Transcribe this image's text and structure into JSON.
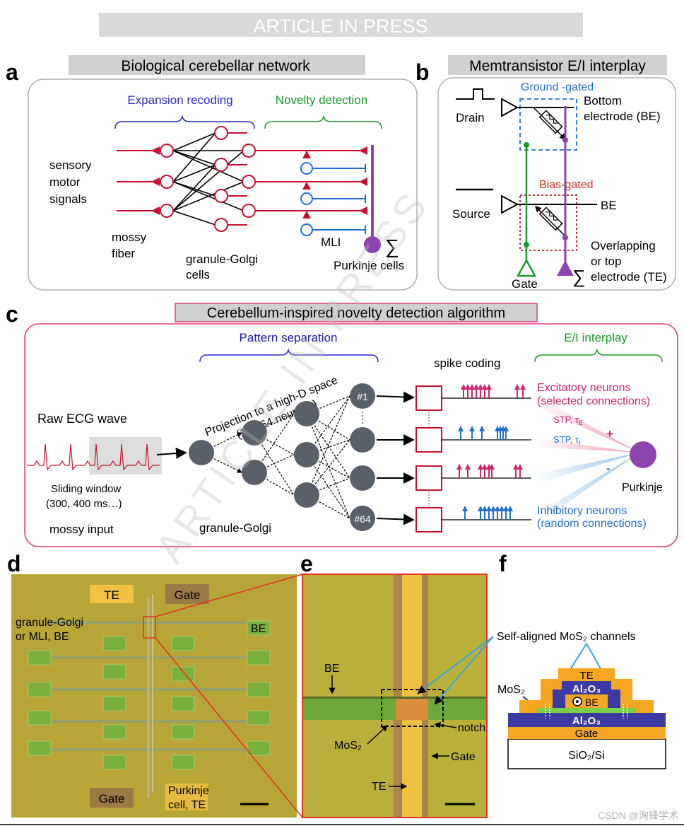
{
  "banner": "ARTICLE IN PRESS",
  "watermark": "ARTICLE IN PRESS",
  "csdn": "CSDN @洵锋学术",
  "panel_a": {
    "letter": "a",
    "title": "Biological cerebellar network",
    "expansion": "Expansion recoding",
    "novelty": "Novelty detection",
    "sensory": [
      "sensory",
      "motor",
      "signals"
    ],
    "mossy": [
      "mossy",
      "fiber"
    ],
    "granule": [
      "granule-Golgi",
      "cells"
    ],
    "mli": "MLI",
    "purkinje": "Purkinje cells",
    "sigma": "∑"
  },
  "panel_b": {
    "letter": "b",
    "title": "Memtransistor E/I interplay",
    "ground_gated": "Ground -gated",
    "bottom": [
      "Bottom",
      "electrode (BE)"
    ],
    "drain": "Drain",
    "bias_gated": "Bias-gated",
    "source": "Source",
    "be": "BE",
    "overlapping": [
      "Overlapping",
      "or top",
      "electrode (TE)"
    ],
    "gate": "Gate",
    "sigma": "∑"
  },
  "panel_c": {
    "letter": "c",
    "title": "Cerebellum-inspired novelty detection algorithm",
    "pattern": "Pattern separation",
    "projection": [
      "Projection to a high-D space",
      "(1 to 64 neurons)"
    ],
    "raw_ecg": "Raw ECG wave",
    "sliding": [
      "Sliding window",
      "(300, 400 ms…)"
    ],
    "mossy_input": "mossy input",
    "granule_golgi": "granule-Golgi",
    "node1": "#1",
    "node64": "#64",
    "spike_coding": "spike coding",
    "ei_interplay": "E/I interplay",
    "excitatory": [
      "Excitatory neurons",
      "(selected connections)"
    ],
    "stp_e": "STP, τ",
    "stp_e_sub": "E",
    "stp_i": "STP, τ",
    "stp_i_sub": "I",
    "plus": "+",
    "minus": "-",
    "purkinje": "Purkinje",
    "inhibitory": [
      "Inhibitory neurons",
      "(random connections)"
    ]
  },
  "panel_d": {
    "letter": "d",
    "te": "TE",
    "gate_top": "Gate",
    "granule": [
      "granule-Golgi",
      "or MLI, BE"
    ],
    "be": "BE",
    "gate_bottom": "Gate",
    "purkinje": [
      "Purkinje",
      "cell, TE"
    ]
  },
  "panel_e": {
    "letter": "e",
    "be": "BE",
    "notch": "notch",
    "mos2": "MoS₂",
    "gate": "Gate",
    "te": "TE"
  },
  "panel_f": {
    "letter": "f",
    "self_aligned": "Self-aligned MoS₂ channels",
    "mos2": "MoS₂",
    "te": "TE",
    "al2o3_top": "Al₂O₃",
    "be": "BE",
    "al2o3_bottom": "Al₂O₃",
    "gate": "Gate",
    "substrate": "SiO₂/Si"
  },
  "colors": {
    "red": "#c8102e",
    "blue": "#1f6fd1",
    "green": "#1a9a2a",
    "purple": "#8e44ad",
    "magenta": "#d0246e",
    "navy": "#1a1aa8",
    "gray_node": "#5a6068",
    "chip_yellow": "#c9b43a"
  }
}
